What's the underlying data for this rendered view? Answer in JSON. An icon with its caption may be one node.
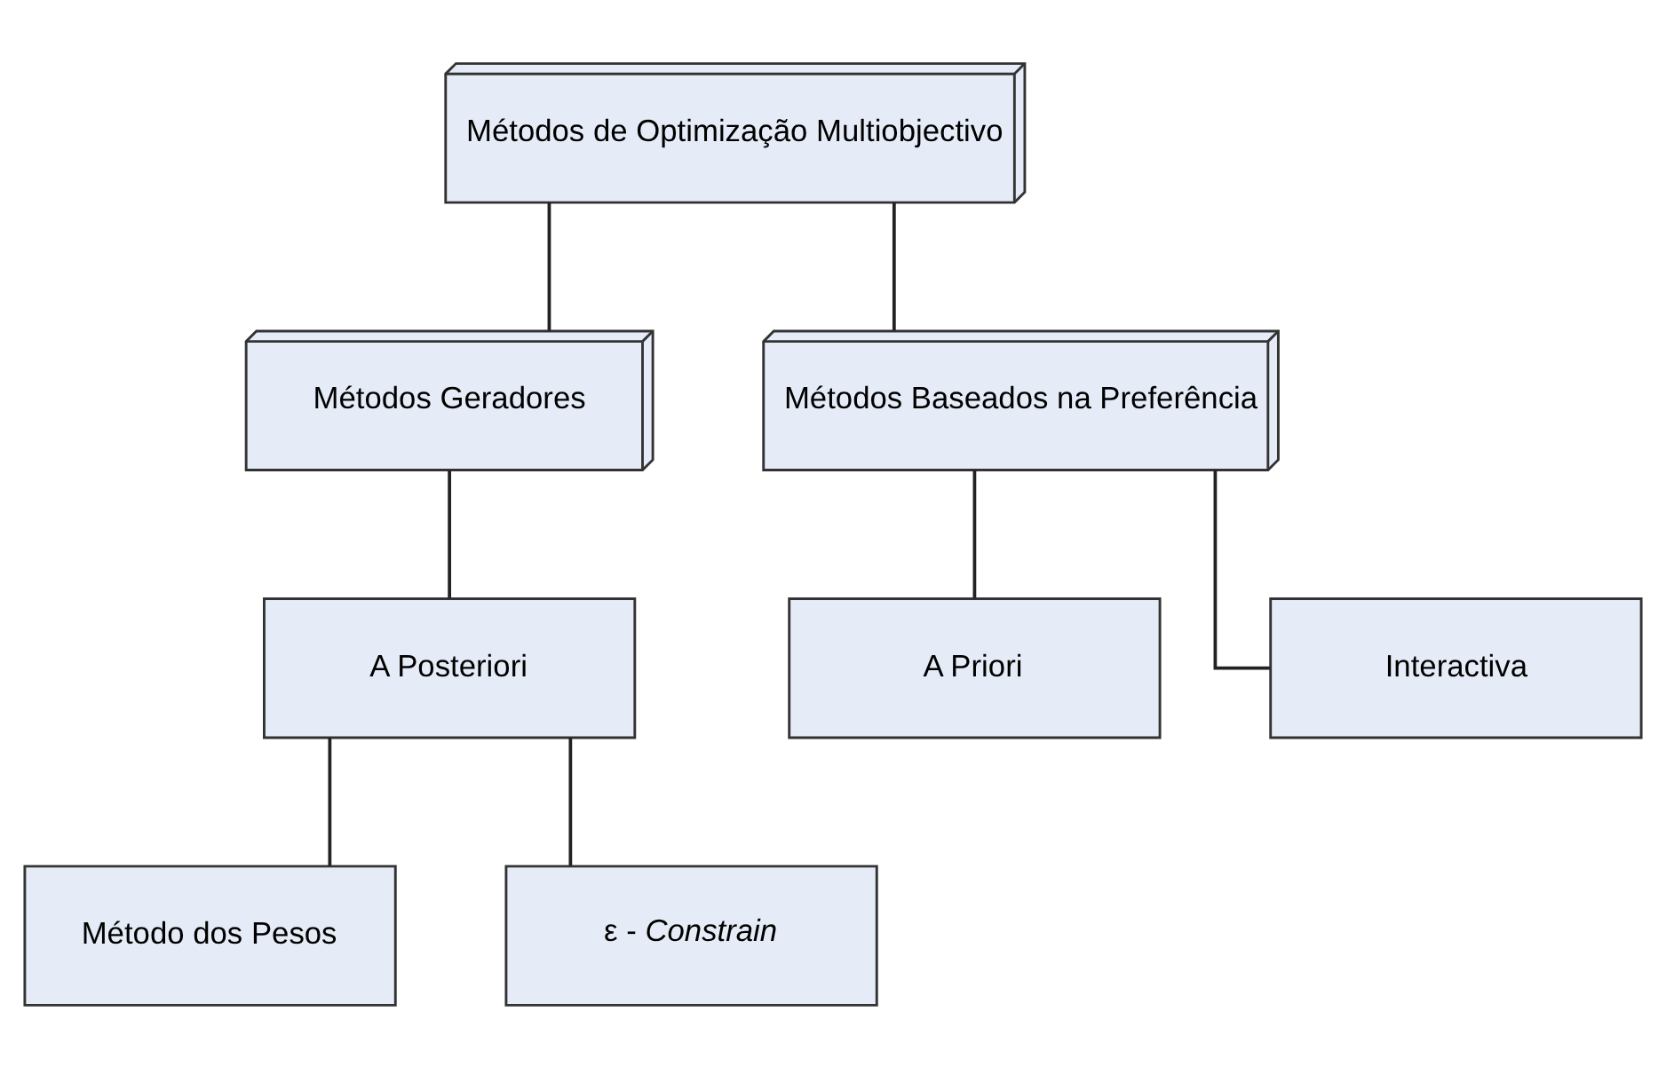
{
  "diagram": {
    "nodes": [
      {
        "text": [
          "Métodos de Optimização Multiobjectivo"
        ]
      },
      {
        "text": [
          "Métodos Geradores"
        ]
      },
      {
        "text": [
          "Métodos Baseados na Preferência"
        ]
      },
      {
        "text": [
          "A Posteriori"
        ]
      },
      {
        "text": [
          "A Priori"
        ]
      },
      {
        "text": [
          "Interactiva"
        ]
      },
      {
        "text": [
          "Método dos Pesos"
        ]
      },
      {
        "text": [
          "ε - *Constrain*"
        ]
      }
    ],
    "edges": [
      {
        "from": 0,
        "to": 1,
        "arrow": "none"
      },
      {
        "from": 0,
        "to": 2,
        "arrow": "none"
      },
      {
        "from": 1,
        "to": 3,
        "arrow": "none"
      },
      {
        "from": 2,
        "to": 4,
        "arrow": "none"
      },
      {
        "from": 2,
        "to": 5,
        "arrow": "none"
      },
      {
        "from": 3,
        "to": 6,
        "arrow": "none"
      },
      {
        "from": 3,
        "to": 7,
        "arrow": "none"
      }
    ]
  }
}
